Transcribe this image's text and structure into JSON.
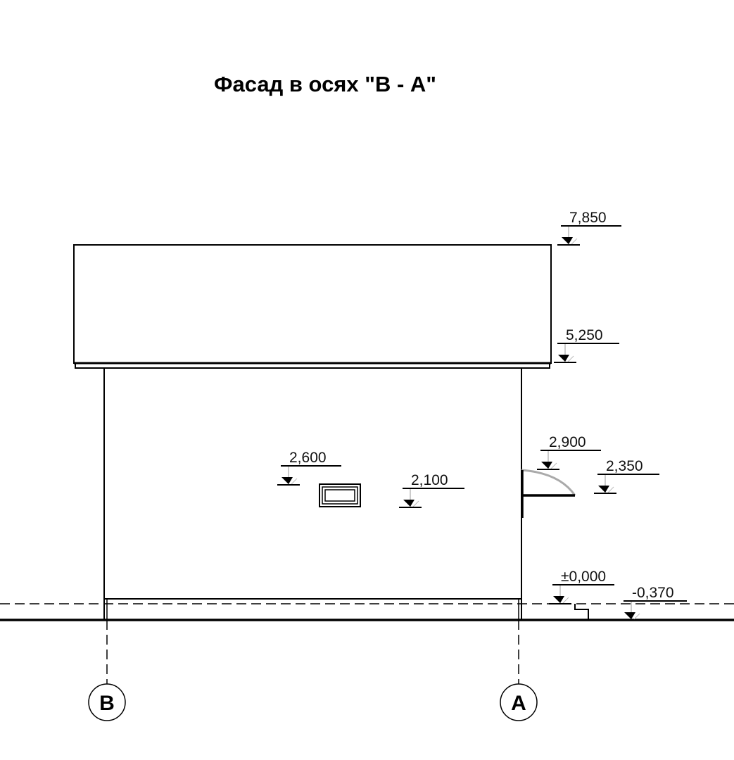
{
  "title": "Фасад в осях  \"В - А\"",
  "elevations": [
    {
      "label": "7,850",
      "element": "roof-top"
    },
    {
      "label": "5,250",
      "element": "eaves"
    },
    {
      "label": "2,900",
      "element": "canopy-top"
    },
    {
      "label": "2,350",
      "element": "canopy-bottom"
    },
    {
      "label": "2,600",
      "element": "window-top"
    },
    {
      "label": "2,100",
      "element": "window-bottom"
    },
    {
      "label": "±0,000",
      "element": "floor-level"
    },
    {
      "label": "-0,370",
      "element": "ground-level"
    }
  ],
  "axes": [
    {
      "label": "В"
    },
    {
      "label": "А"
    }
  ]
}
